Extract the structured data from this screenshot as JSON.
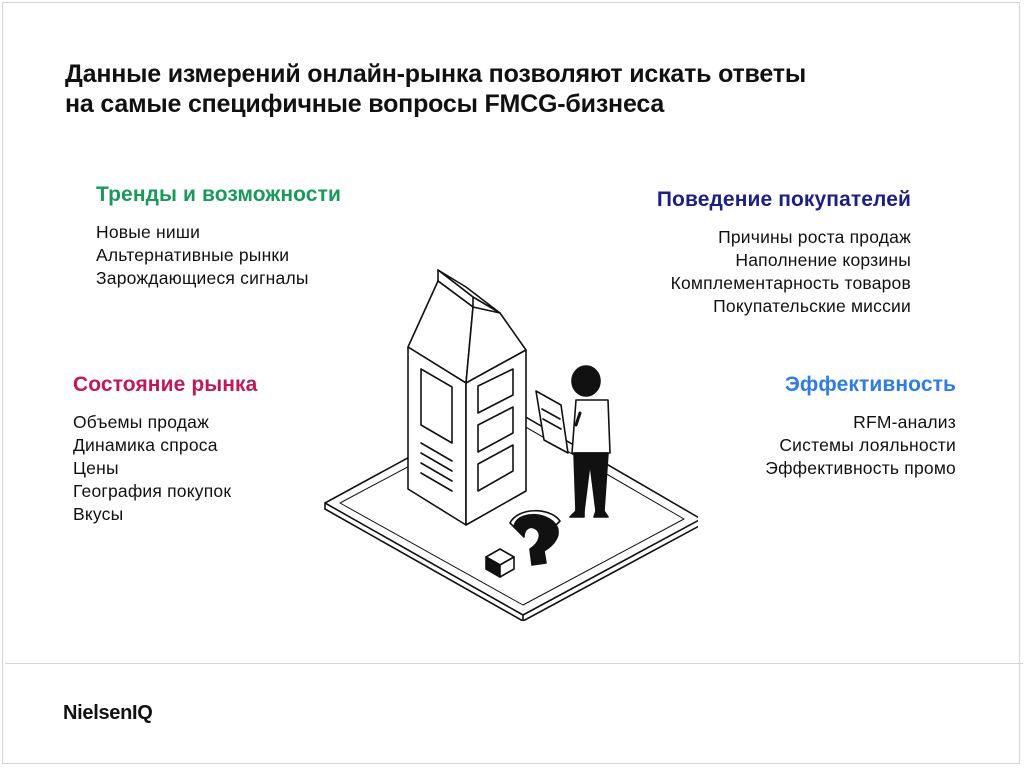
{
  "title": {
    "line1": "Данные измерений онлайн-рынка позволяют искать ответы",
    "line2": "на самые специфичные вопросы FMCG-бизнеса"
  },
  "trends": {
    "heading": "Тренды и возможности",
    "items": [
      "Новые ниши",
      "Альтернативные рынки",
      "Зарождающиеся сигналы"
    ],
    "color": "#1a9a5a"
  },
  "behavior": {
    "heading": "Поведение покупателей",
    "items": [
      "Причины роста продаж",
      "Наполнение корзины",
      "Комплементарность товаров",
      "Покупательские миссии"
    ],
    "color": "#1c1f84"
  },
  "market": {
    "heading": "Состояние рынка",
    "items": [
      "Объемы продаж",
      "Динамика спроса",
      "Цены",
      "География покупок",
      "Вкусы"
    ],
    "color": "#c0195a"
  },
  "efficiency": {
    "heading": "Эффективность",
    "items": [
      "RFM-анализ",
      "Системы лояльности",
      "Эффективность промо"
    ],
    "color": "#2f7de1"
  },
  "footer": {
    "logo": "NielsenIQ"
  }
}
